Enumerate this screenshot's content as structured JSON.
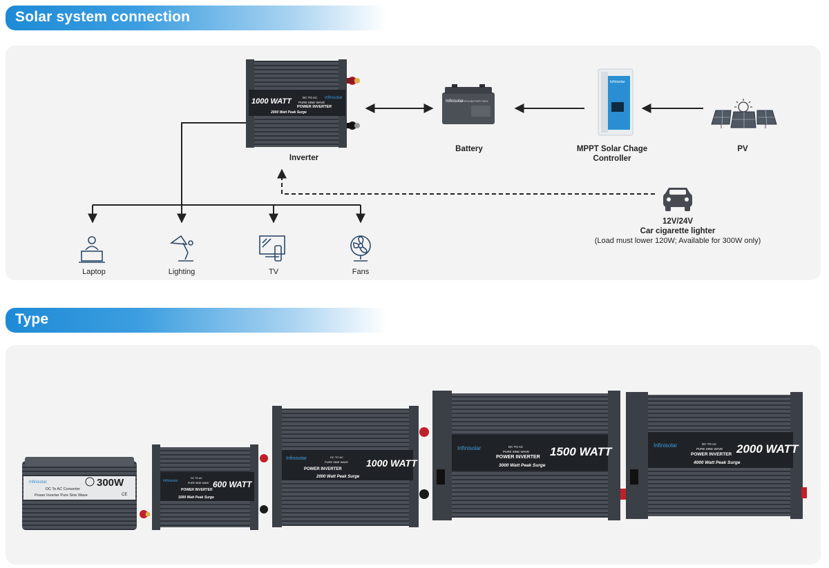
{
  "sections": {
    "solar_connection": "Solar system connection",
    "type": "Type"
  },
  "diagram": {
    "inverter": {
      "label": "Inverter",
      "watt": "1000 WATT",
      "dc_to_ac": "DC TO AC",
      "pure_sine": "PURE SINE WAVE",
      "power_inverter": "POWER INVERTER",
      "surge": "2000 Watt Peak Surge",
      "brand": "Infinisolar"
    },
    "battery": {
      "label": "Battery",
      "brand": "Infinisolar",
      "tag": "LiFePO4 BATTERY PACK"
    },
    "controller": {
      "label_line1": "MPPT Solar Chage",
      "label_line2": "Controller",
      "brand": "Infinisolar"
    },
    "pv": {
      "label": "PV"
    },
    "car": {
      "line1": "12V/24V",
      "line2": "Car cigarette lighter",
      "line3": "(Load must lower 120W; Available for 300W only)"
    },
    "loads": [
      "Laptop",
      "Lighting",
      "TV",
      "Fans"
    ]
  },
  "products": [
    {
      "brand": "Infinisolar",
      "line1": "DC To AC Converter",
      "line2": "Power Inverter Pure Sine Wave",
      "watt": "300W",
      "marks": "CE"
    },
    {
      "brand": "Infinisolar",
      "line1": "DC TO AC",
      "line2": "PURE SINE WAVE",
      "power": "POWER INVERTER",
      "watt": "600 WATT",
      "surge": "1000 Watt Peak Surge"
    },
    {
      "brand": "Infinisolar",
      "line1": "DC TO AC",
      "line2": "PURE SINE WAVE",
      "power": "POWER INVERTER",
      "watt": "1000 WATT",
      "surge": "2000 Watt Peak Surge"
    },
    {
      "brand": "Infinisolar",
      "line1": "DC TO AC",
      "line2": "PURE SINE WAVE",
      "power": "POWER INVERTER",
      "watt": "1500 WATT",
      "surge": "3000 Watt Peak Surge"
    },
    {
      "brand": "Infinisolar",
      "line1": "DC TO AC",
      "line2": "PURE SINE WAVE",
      "power": "POWER INVERTER",
      "watt": "2000 WATT",
      "surge": "4000 Watt Peak Surge"
    }
  ]
}
